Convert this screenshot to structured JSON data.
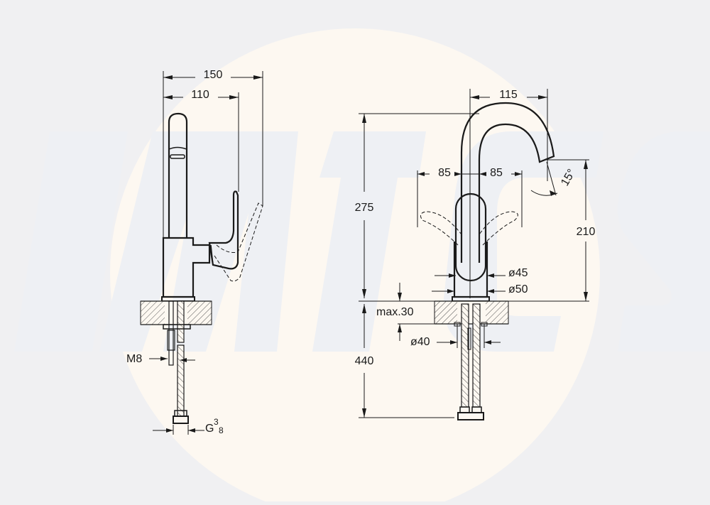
{
  "colors": {
    "background": "#f0f0f2",
    "watermark_circle": "#fdf8f1",
    "watermark_letters": "#eef0f4",
    "line": "#1a1a1a",
    "dim_line": "#333333"
  },
  "side_view": {
    "dim_total_width": "150",
    "dim_spout_width": "110",
    "dim_thread": "M8",
    "dim_connection": "G3/8",
    "connection_main": "G",
    "connection_num": "3",
    "connection_den": "8"
  },
  "front_view": {
    "dim_spout_reach": "115",
    "dim_lever_left": "85",
    "dim_lever_right": "85",
    "dim_angle": "15°",
    "dim_total_height": "275",
    "dim_outlet_height": "210",
    "dim_body_diameter_upper": "ø45",
    "dim_body_diameter_base": "ø50",
    "dim_max_thickness": "max.30",
    "dim_hole_diameter": "ø40",
    "dim_hose_length": "440"
  }
}
